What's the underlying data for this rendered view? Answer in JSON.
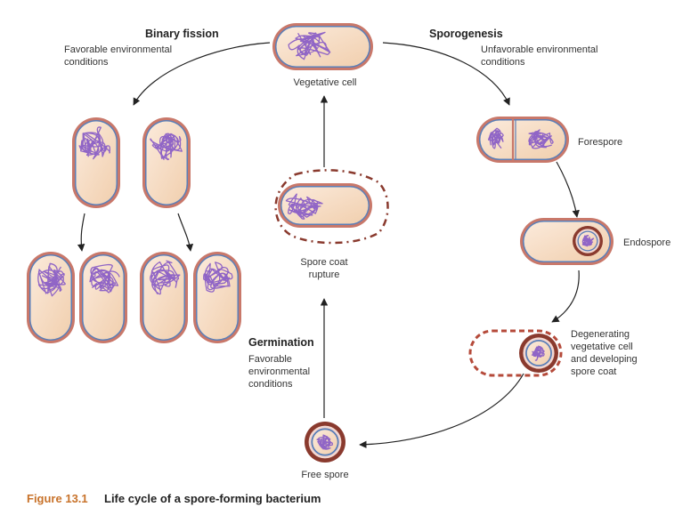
{
  "colors": {
    "outer_wall": "#c9786a",
    "membrane": "#5b7fb8",
    "cytoplasm": "#f6dcc3",
    "dna": "#9065c6",
    "spore_coat": "#8a3a2e",
    "dashed_coat": "#b54a3a",
    "arrow": "#222222",
    "caption_accent": "#c8722a"
  },
  "phases": {
    "binary_fission": {
      "title": "Binary fission",
      "condition_lines": [
        "Favorable environmental",
        "conditions"
      ]
    },
    "sporogenesis": {
      "title": "Sporogenesis",
      "condition_lines": [
        "Unfavorable environmental",
        "conditions"
      ]
    },
    "germination": {
      "title": "Germination",
      "condition_lines": [
        "Favorable",
        "environmental",
        "conditions"
      ]
    }
  },
  "stages": {
    "vegetative_cell": "Vegetative cell",
    "forespore": "Forespore",
    "endospore": "Endospore",
    "degenerating_lines": [
      "Degenerating",
      "vegetative cell",
      "and developing",
      "spore coat"
    ],
    "free_spore": "Free spore",
    "spore_coat_rupture_lines": [
      "Spore coat",
      "rupture"
    ]
  },
  "caption": {
    "number": "Figure 13.1",
    "text": "Life cycle of a spore-forming bacterium"
  }
}
